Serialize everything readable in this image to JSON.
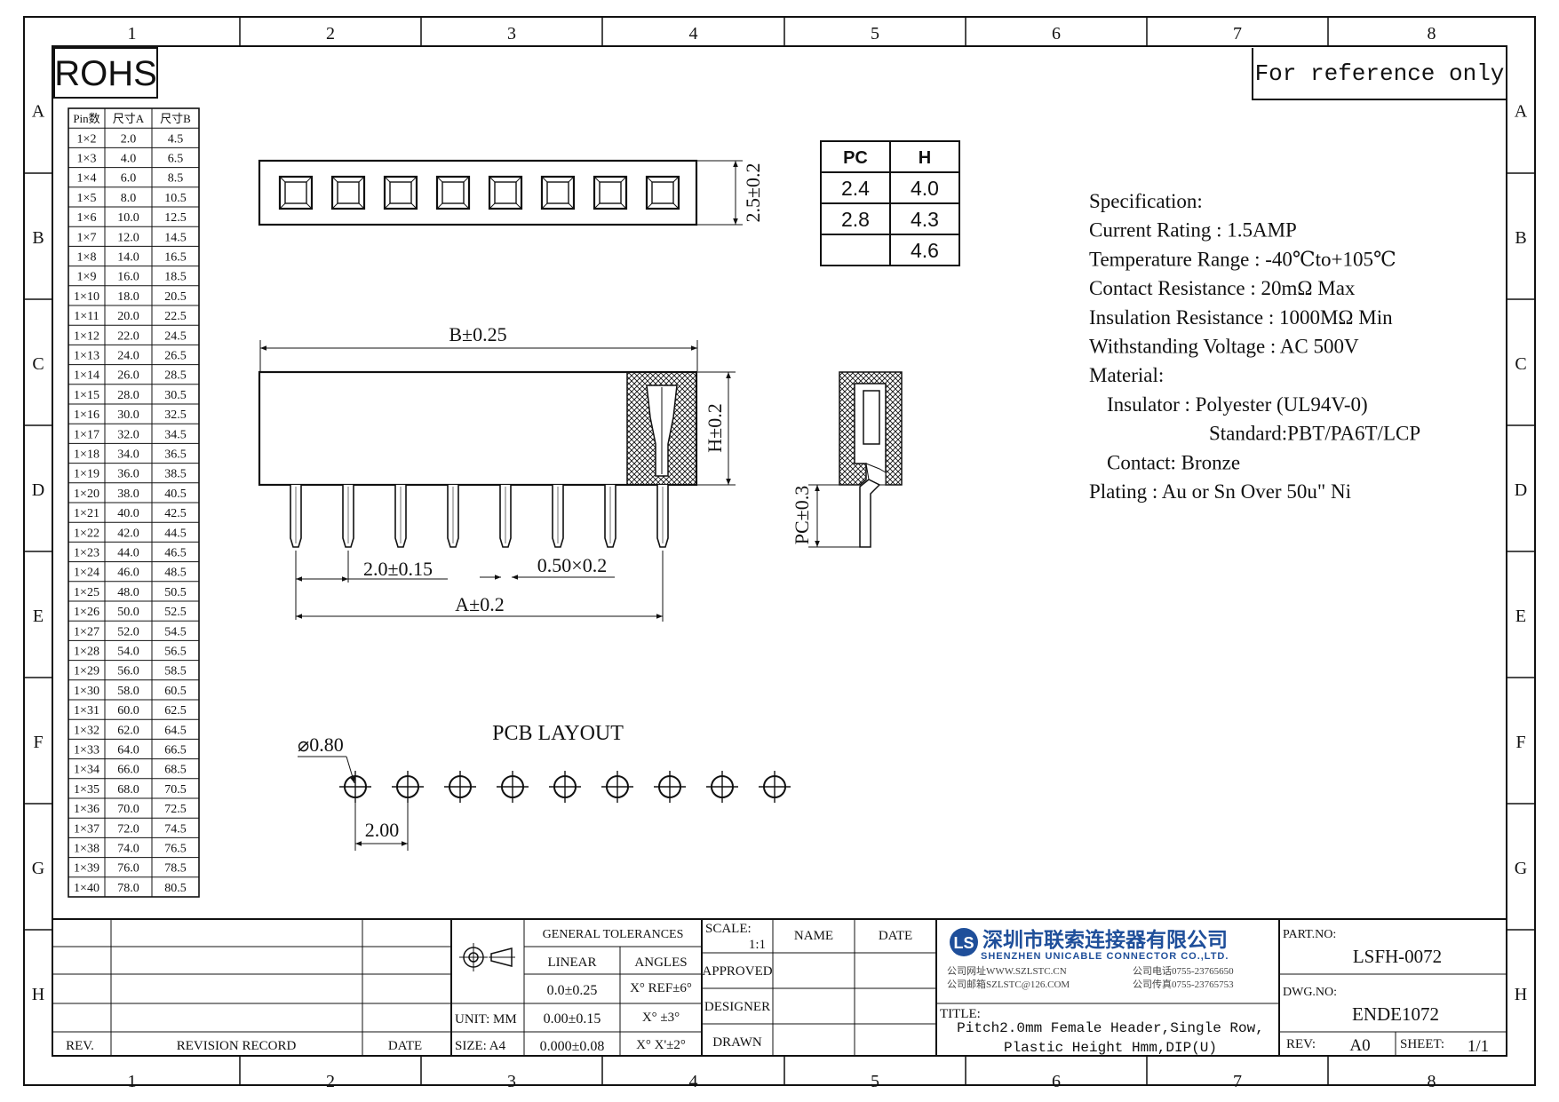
{
  "zones": {
    "columns": [
      "1",
      "2",
      "3",
      "4",
      "5",
      "6",
      "7",
      "8"
    ],
    "rows": [
      "A",
      "B",
      "C",
      "D",
      "E",
      "F",
      "G",
      "H"
    ]
  },
  "rohs_label": "ROHS",
  "reference_note": "For reference only",
  "pin_table": {
    "headers": [
      "Pin数",
      "尺寸A",
      "尺寸B"
    ],
    "rows": [
      [
        "1×2",
        "2.0",
        "4.5"
      ],
      [
        "1×3",
        "4.0",
        "6.5"
      ],
      [
        "1×4",
        "6.0",
        "8.5"
      ],
      [
        "1×5",
        "8.0",
        "10.5"
      ],
      [
        "1×6",
        "10.0",
        "12.5"
      ],
      [
        "1×7",
        "12.0",
        "14.5"
      ],
      [
        "1×8",
        "14.0",
        "16.5"
      ],
      [
        "1×9",
        "16.0",
        "18.5"
      ],
      [
        "1×10",
        "18.0",
        "20.5"
      ],
      [
        "1×11",
        "20.0",
        "22.5"
      ],
      [
        "1×12",
        "22.0",
        "24.5"
      ],
      [
        "1×13",
        "24.0",
        "26.5"
      ],
      [
        "1×14",
        "26.0",
        "28.5"
      ],
      [
        "1×15",
        "28.0",
        "30.5"
      ],
      [
        "1×16",
        "30.0",
        "32.5"
      ],
      [
        "1×17",
        "32.0",
        "34.5"
      ],
      [
        "1×18",
        "34.0",
        "36.5"
      ],
      [
        "1×19",
        "36.0",
        "38.5"
      ],
      [
        "1×20",
        "38.0",
        "40.5"
      ],
      [
        "1×21",
        "40.0",
        "42.5"
      ],
      [
        "1×22",
        "42.0",
        "44.5"
      ],
      [
        "1×23",
        "44.0",
        "46.5"
      ],
      [
        "1×24",
        "46.0",
        "48.5"
      ],
      [
        "1×25",
        "48.0",
        "50.5"
      ],
      [
        "1×26",
        "50.0",
        "52.5"
      ],
      [
        "1×27",
        "52.0",
        "54.5"
      ],
      [
        "1×28",
        "54.0",
        "56.5"
      ],
      [
        "1×29",
        "56.0",
        "58.5"
      ],
      [
        "1×30",
        "58.0",
        "60.5"
      ],
      [
        "1×31",
        "60.0",
        "62.5"
      ],
      [
        "1×32",
        "62.0",
        "64.5"
      ],
      [
        "1×33",
        "64.0",
        "66.5"
      ],
      [
        "1×34",
        "66.0",
        "68.5"
      ],
      [
        "1×35",
        "68.0",
        "70.5"
      ],
      [
        "1×36",
        "70.0",
        "72.5"
      ],
      [
        "1×37",
        "72.0",
        "74.5"
      ],
      [
        "1×38",
        "74.0",
        "76.5"
      ],
      [
        "1×39",
        "76.0",
        "78.5"
      ],
      [
        "1×40",
        "78.0",
        "80.5"
      ]
    ]
  },
  "pc_h_table": {
    "headers": [
      "PC",
      "H"
    ],
    "rows": [
      [
        "2.4",
        "4.0"
      ],
      [
        "2.8",
        "4.3"
      ],
      [
        "",
        "4.6"
      ]
    ]
  },
  "dimensions": {
    "top_height": "2.5±0.2",
    "length_b": "B±0.25",
    "height_h": "H±0.2",
    "pitch": "2.0±0.15",
    "pin_size": "0.50×0.2",
    "length_a": "A±0.2",
    "pc": "PC±0.3",
    "hole_dia": "⌀0.80",
    "pcb_pitch": "2.00"
  },
  "pcb_layout_title": "PCB LAYOUT",
  "specification": [
    "Specification:",
    "Current Rating : 1.5AMP",
    "Temperature Range : -40℃to+105℃",
    "Contact Resistance : 20mΩ Max",
    "Insulation Resistance : 1000MΩ Min",
    "Withstanding Voltage : AC 500V",
    "Material:",
    "Insulator : Polyester (UL94V-0)",
    "Standard:PBT/PA6T/LCP",
    "Contact: Bronze",
    "Plating : Au or Sn Over 50u\" Ni"
  ],
  "title_block": {
    "rev_label": "REV.",
    "revision_record": "REVISION RECORD",
    "date_label": "DATE",
    "unit": "UNIT: MM",
    "size": "SIZE: A4",
    "general_tolerances": "GENERAL TOLERANCES",
    "linear": "LINEAR",
    "angles": "ANGLES",
    "lin1": "0.0±0.25",
    "lin2": "0.00±0.15",
    "lin3": "0.000±0.08",
    "ang1": "X° REF±6°",
    "ang2": "X° ±3°",
    "ang3": "X° X'±2°",
    "scale_label": "SCALE:",
    "scale_value": "1:1",
    "name": "NAME",
    "date": "DATE",
    "approved": "APPROVED",
    "designer": "DESIGNER",
    "drawn": "DRAWN",
    "company_cn": "深圳市联索连接器有限公司",
    "company_en": "SHENZHEN UNICABLE CONNECTOR CO.,LTD.",
    "company_web": "公司网址WWW.SZLSTC.CN",
    "company_tel": "公司电话0755-23765650",
    "company_mail": "公司邮箱SZLSTC@126.COM",
    "company_fax": "公司传真0755-23765753",
    "title_label": "TITLE:",
    "title_line1": "Pitch2.0mm Female Header,Single Row,",
    "title_line2": "Plastic Height Hmm,DIP(U)",
    "part_no_label": "PART.NO:",
    "part_no": "LSFH-0072",
    "dwg_no_label": "DWG.NO:",
    "dwg_no": "ENDE1072",
    "rev_field_label": "REV:",
    "rev_value": "A0",
    "sheet_label": "SHEET:",
    "sheet_value": "1/1"
  }
}
